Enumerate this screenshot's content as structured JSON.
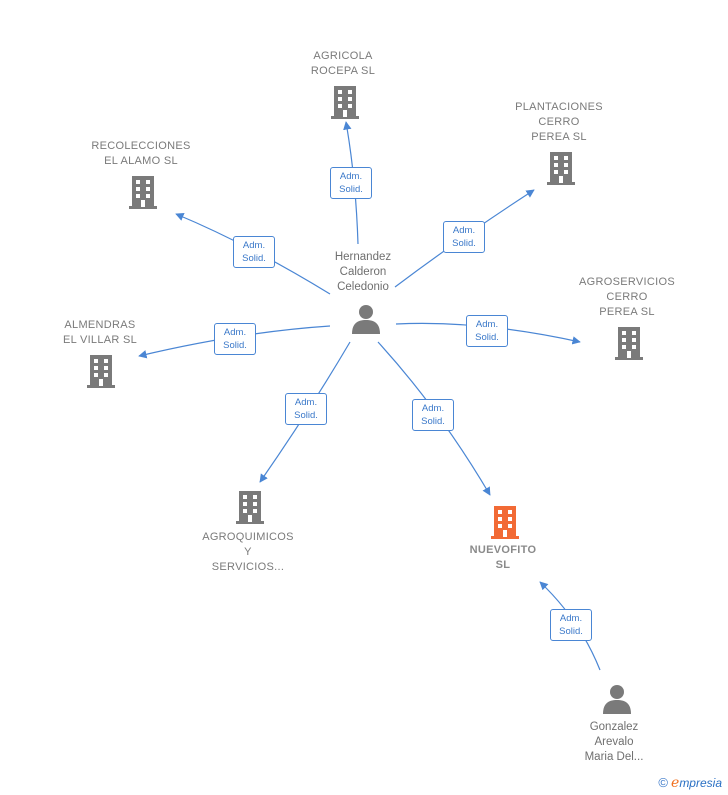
{
  "center_person": {
    "name": "Hernandez\nCalderon\nCeledonio"
  },
  "second_person": {
    "name": "Gonzalez\nArevalo\nMaria Del..."
  },
  "companies": [
    {
      "id": "agricola",
      "name": "AGRICOLA\nROCEPA  SL"
    },
    {
      "id": "plantaciones",
      "name": "PLANTACIONES\nCERRO\nPEREA  SL"
    },
    {
      "id": "recolecciones",
      "name": "RECOLECCIONES\nEL ALAMO  SL"
    },
    {
      "id": "agroservicios",
      "name": "AGROSERVICIOS\nCERRO\nPEREA  SL"
    },
    {
      "id": "almendras",
      "name": "ALMENDRAS\nEL VILLAR  SL"
    },
    {
      "id": "agroquimicos",
      "name": "AGROQUIMICOS\nY\nSERVICIOS..."
    },
    {
      "id": "nuevofito",
      "name": "NUEVOFITO\nSL",
      "focus": true
    }
  ],
  "relation": {
    "line1": "Adm.",
    "line2": "Solid."
  },
  "colors": {
    "edge": "#4a86d4",
    "building": "#7a7a7a",
    "focus_building": "#f26a35",
    "person": "#7a7a7a"
  },
  "watermark": {
    "copyright": "©",
    "e": "e",
    "rest": "mpresia"
  }
}
